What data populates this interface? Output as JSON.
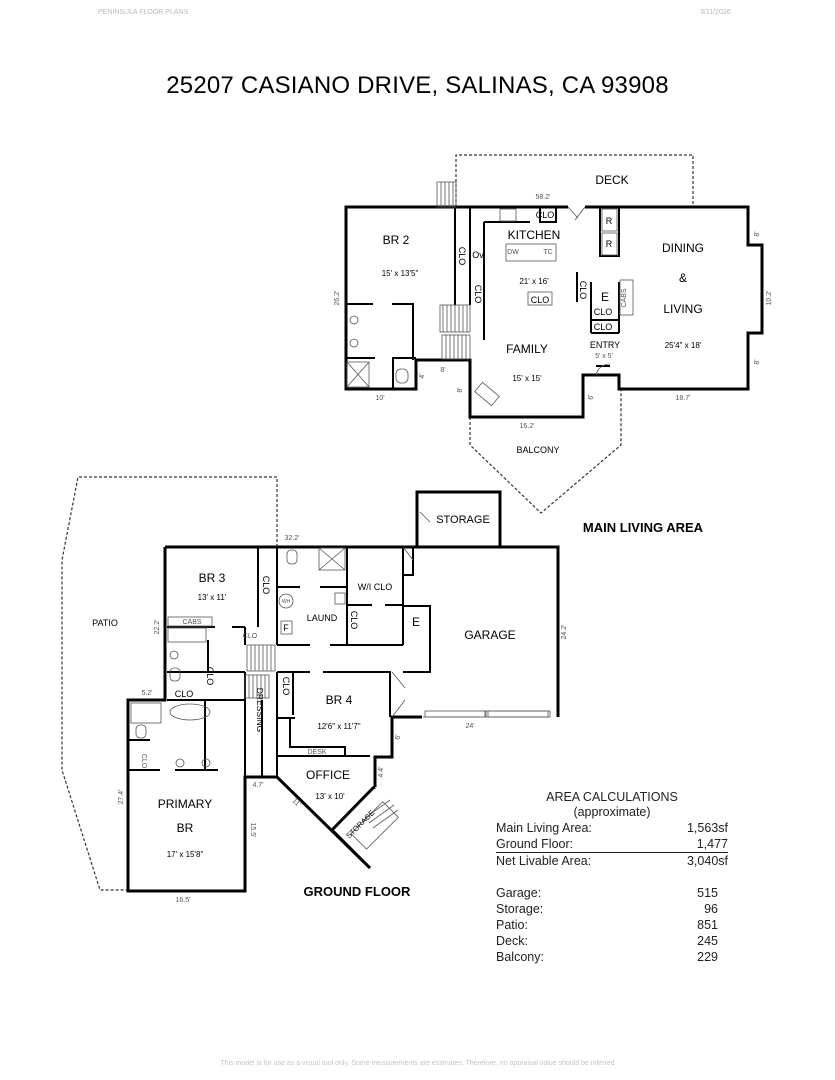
{
  "header": {
    "brand": "PENINSULA FLOOR PLANS",
    "date": "3/11/2026"
  },
  "title": "25207 CASIANO DRIVE, SALINAS, CA 93908",
  "footer": "This model is for use as a visual tool only. Some measurements are estimates. Therefore, no appraisal value should be inferred",
  "main_level": {
    "section_label": "MAIN LIVING AREA",
    "rooms": {
      "deck": "DECK",
      "br2": "BR 2",
      "br2_size": "15' x 13'5\"",
      "kitchen": "KITCHEN",
      "kitchen_size": "21' x 16'",
      "dining": "DINING",
      "amp": "&",
      "living": "LIVING",
      "living_size": "25'4\" x 18'",
      "family": "FAMILY",
      "family_size": "15' x 15'",
      "entry": "ENTRY",
      "entry_size": "5' x 5'",
      "balcony": "BALCONY"
    },
    "fixtures": {
      "clo": "CLO",
      "r": "R",
      "ov": "Ov",
      "dw": "DW",
      "tc": "TC",
      "e": "E",
      "cabs": "CABS"
    },
    "dims": {
      "top": "58.2'",
      "left": "26.2'",
      "right": "10.2'",
      "r8a": "8'",
      "r8b": "8'",
      "d8": "8'",
      "d4": "4'",
      "d8b": "8'",
      "d10": "10'",
      "d16": "16.2'",
      "d6": "6'",
      "d187": "18.7'"
    }
  },
  "ground_level": {
    "section_label": "GROUND FLOOR",
    "rooms": {
      "patio": "PATIO",
      "br3": "BR 3",
      "br3_size": "13' x 11'",
      "laund": "LAUND",
      "wicl": "W/I CLO",
      "storage": "STORAGE",
      "storage2": "STORAGE",
      "garage": "GARAGE",
      "br4": "BR 4",
      "br4_size": "12'6\" x 11'7\"",
      "dressing": "DRESSING",
      "office": "OFFICE",
      "office_size": "13' x 10'",
      "primary": "PRIMARY",
      "primary_br": "BR",
      "primary_size": "17' x 15'8\""
    },
    "fixtures": {
      "clo": "CLO",
      "cabs": "CABS",
      "wh": "WH",
      "f": "F",
      "e": "E",
      "desk": "DESK"
    },
    "dims": {
      "top": "32.2'",
      "d222": "22.2'",
      "d52": "5.2'",
      "d274": "27.4'",
      "d165": "16.5'",
      "d155": "15.5'",
      "d47": "4.7'",
      "d11": "11'",
      "d44": "4.4'",
      "d6": "6'",
      "d242": "24.2'",
      "d24": "24'"
    }
  },
  "area_calculations": {
    "title": "AREA CALCULATIONS",
    "subtitle": "(approximate)",
    "livable": [
      {
        "label": "Main Living Area:",
        "value": "1,563sf"
      },
      {
        "label": "Ground Floor:",
        "value": "1,477"
      },
      {
        "label": "Net Livable Area:",
        "value": "3,040sf"
      }
    ],
    "other": [
      {
        "label": "Garage:",
        "value": "515"
      },
      {
        "label": "Storage:",
        "value": "96"
      },
      {
        "label": "Patio:",
        "value": "851"
      },
      {
        "label": "Deck:",
        "value": "245"
      },
      {
        "label": "Balcony:",
        "value": "229"
      }
    ]
  }
}
